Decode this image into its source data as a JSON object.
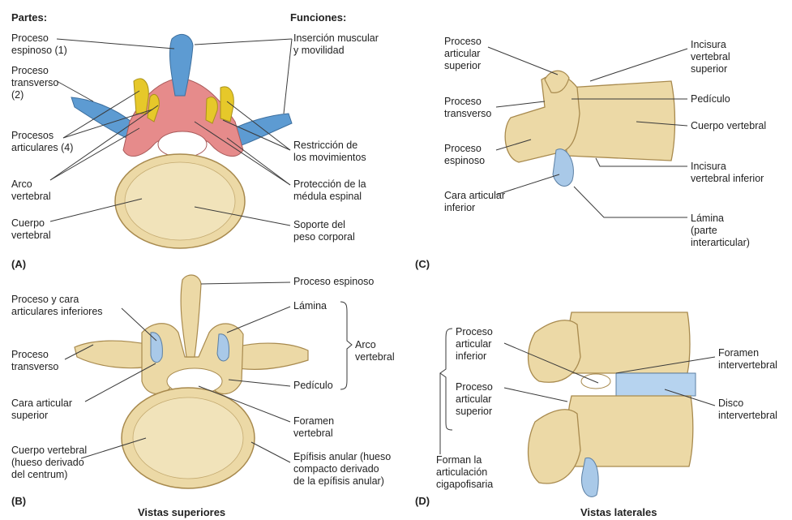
{
  "headers": {
    "parts": "Partes:",
    "functions": "Funciones:"
  },
  "panels": {
    "a": "(A)",
    "b": "(B)",
    "c": "(C)",
    "d": "(D)"
  },
  "captions": {
    "superior": "Vistas superiores",
    "lateral": "Vistas laterales"
  },
  "colors": {
    "bone": "#ecd9a6",
    "bone_edge": "#a88a4e",
    "spinous": "#5d9bd2",
    "transverse": "#5d9bd2",
    "articular": "#e6c82a",
    "arch": "#e68b8b",
    "facet": "#a9c9e8",
    "disc": "#b6d3ef",
    "line": "#3a3a3a"
  },
  "labels_a": {
    "spinous": "Proceso\nespinoso (1)",
    "transverse": "Proceso\ntransverso\n(2)",
    "articular": "Procesos\narticulares (4)",
    "arch": "Arco\nvertebral",
    "body": "Cuerpo\nvertebral",
    "f_muscle": "Inserción muscular\ny movilidad",
    "f_restrict": "Restricción de\nlos movimientos",
    "f_protect": "Protección de la\nmédula espinal",
    "f_support": "Soporte del\npeso corporal"
  },
  "labels_b": {
    "inf_art": "Proceso y cara\narticulares inferiores",
    "transverse": "Proceso\ntransverso",
    "sup_art": "Cara articular\nsuperior",
    "body": "Cuerpo vertebral\n(hueso derivado\ndel centrum)",
    "spinous": "Proceso espinoso",
    "lamina": "Lámina",
    "arch": "Arco\nvertebral",
    "pedicle": "Pedículo",
    "foramen": "Foramen\nvertebral",
    "epiphysis": "Epífisis anular (hueso\ncompacto derivado\nde la epífisis anular)"
  },
  "labels_c": {
    "sup_art": "Proceso\narticular\nsuperior",
    "transverse": "Proceso\ntransverso",
    "spinous": "Proceso\nespinoso",
    "inf_face": "Cara articular\ninferior",
    "sup_notch": "Incisura\nvertebral\nsuperior",
    "pedicle": "Pedículo",
    "body": "Cuerpo vertebral",
    "inf_notch": "Incisura\nvertebral inferior",
    "lamina": "Lámina\n(parte\ninterarticular)"
  },
  "labels_d": {
    "inf_art": "Proceso\narticular\ninferior",
    "sup_art": "Proceso\narticular\nsuperior",
    "joint": "Forman la\narticulación\ncigapofisaria",
    "foramen": "Foramen\nintervertebral",
    "disc": "Disco\nintervertebral"
  }
}
